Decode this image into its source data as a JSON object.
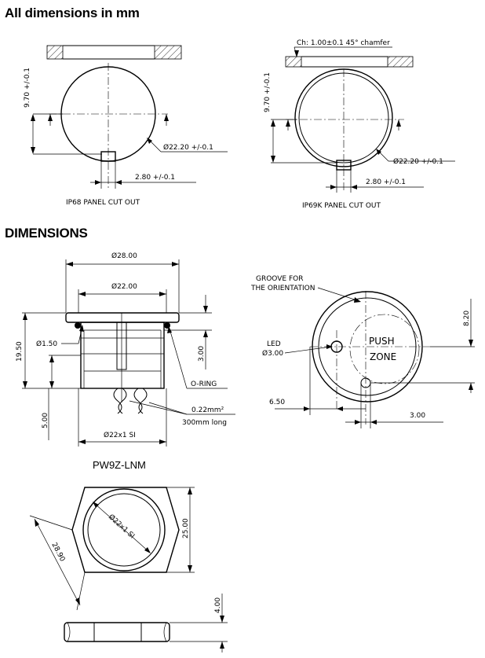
{
  "headings": {
    "all_dimensions": "All dimensions in mm",
    "dimensions": "DIMENSIONS"
  },
  "model": "PW9Z-LNM",
  "ip68": {
    "caption": "IP68  PANEL  CUT  OUT",
    "height": "9.70 +/-0.1",
    "diameter": "Ø22.20 +/-0.1",
    "slot": "2.80 +/-0.1"
  },
  "ip69k": {
    "caption": "IP69K  PANEL  CUT  OUT",
    "chamfer": "Ch: 1.00±0.1  45° chamfer",
    "height": "9.70 +/-0.1",
    "diameter": "Ø22.20 +/-0.1",
    "slot": "2.80 +/-0.1"
  },
  "side_view": {
    "outer_diameter": "Ø28.00",
    "inner_diameter": "Ø22.00",
    "overall_height": "19.50",
    "led_diameter": "Ø1.50",
    "body_height": "3.00",
    "oring": "O-RING",
    "wire_length": "5.00",
    "wire_section": "0.22mm²",
    "wire_long": "300mm  long",
    "thread": "Ø22x1  SI"
  },
  "top_view": {
    "groove_1": "GROOVE  FOR",
    "groove_2": "THE  ORIENTATION",
    "led_1": "LED",
    "led_2": "Ø3.00",
    "push": "PUSH",
    "zone": "ZONE",
    "dim_820": "8.20",
    "dim_650": "6.50",
    "dim_300": "3.00"
  },
  "nut": {
    "thread": "Ø22x1  SI",
    "flat": "25.00",
    "corner": "28.90",
    "thickness": "4.00"
  }
}
